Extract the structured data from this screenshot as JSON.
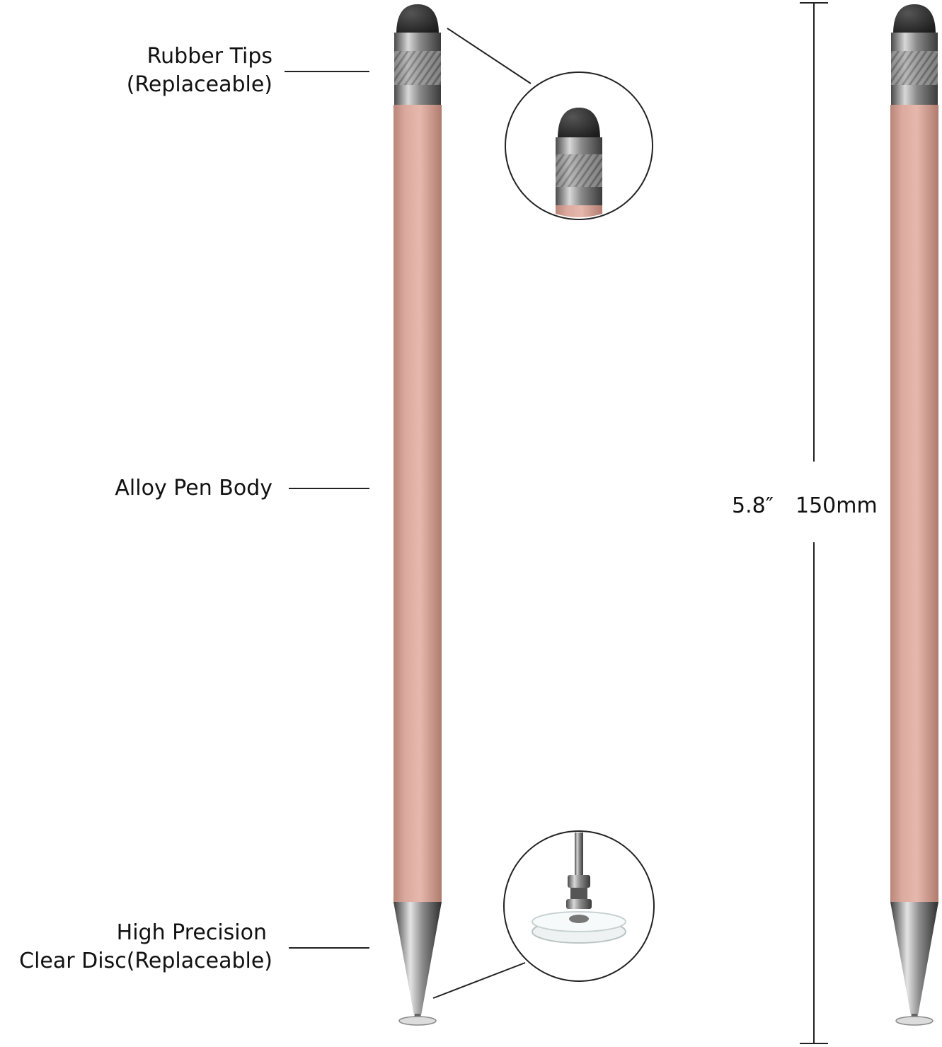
{
  "callouts": {
    "rubber_tips_line1": "Rubber Tips",
    "rubber_tips_line2": "(Replaceable)",
    "alloy_body": "Alloy Pen Body",
    "disc_line1": "High Precision",
    "disc_line2": "Clear Disc(Replaceable)"
  },
  "dimensions": {
    "inches": "5.8″",
    "millimeters": "150mm"
  },
  "colors": {
    "pen_body": "#d9a79d",
    "pen_body_shadow": "#b98678",
    "metal": "#9a9a9a",
    "rubber_tip": "#2c2c2c",
    "lines": "#222222"
  },
  "icons": [
    "stylus-pen",
    "rubber-tip-zoom",
    "clear-disc-zoom"
  ]
}
